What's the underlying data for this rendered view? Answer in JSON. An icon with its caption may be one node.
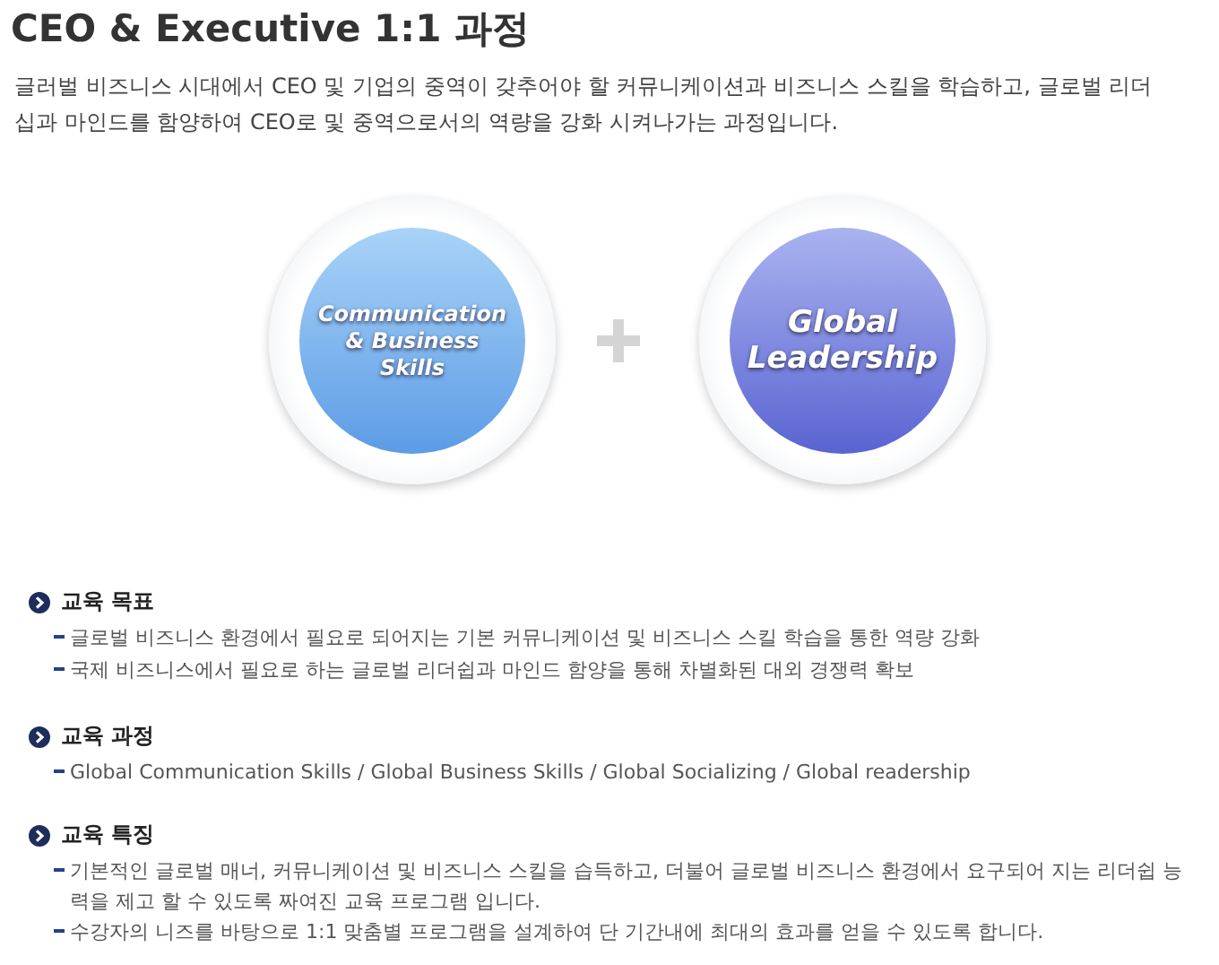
{
  "diagram": {
    "title": "CEO & Executive 1:1 과정",
    "nodes": [
      {
        "text": [
          "Communication & Business Skills"
        ]
      },
      {
        "text": [
          "Global Leadership"
        ]
      }
    ],
    "labels": [
      "글러벌 비즈니스 시대에서 CEO 및 기업의 중역이 갖추어야 할 커뮤니케이션과 비즈니스 스킬을 학습하고, 글로벌 리더십과 마인드를 함양하여 CEO로 및 중역으로서의 역량을 강화 시켜나가는 과정입니다.",
      "교육 목표",
      "글로벌 비즈니스 환경에서 필요로 되어지는 기본 커뮤니케이션 및 비즈니스 스킬 학습을 통한 역량 강화",
      "국제 비즈니스에서 필요로 하는 글로벌 리더쉽과 마인드 함양을 통해 차별화된 대외 경쟁력 확보",
      "교육 과정",
      "Global Communication Skills / Global Business Skills / Global Socializing / Global readership",
      "교육 특징",
      "기본적인 글로벌 매너, 커뮤니케이션 및 비즈니스 스킬을 습득하고, 더불어 글로벌 비즈니스 환경에서 요구되어 지는 리더쉽 능력을 제고 할 수 있도록 짜여진 교육 프로그램 입니다.",
      "수강자의 니즈를 바탕으로 1:1 맞춤별 프로그램을 설계하여 단 기간내에 최대의 효과를 얻을 수 있도록 합니다."
    ]
  }
}
